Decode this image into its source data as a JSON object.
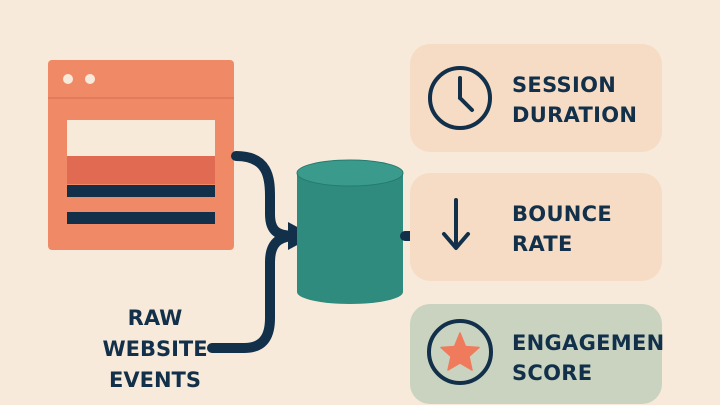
{
  "source": {
    "label_lines": [
      "RAW",
      "WEBSITE",
      "EVENTS"
    ]
  },
  "metrics": [
    {
      "icon": "clock-icon",
      "line1": "SESSION",
      "line2": "DURATION"
    },
    {
      "icon": "down-arrow-icon",
      "line1": "BOUNCE",
      "line2": "RATE"
    },
    {
      "icon": "star-icon",
      "line1": "ENGAGEMEN",
      "line2": "SCORE"
    }
  ],
  "colors": {
    "background": "#f8eadb",
    "browser": "#f08a66",
    "browser_band_light": "#f7ead9",
    "browser_band_red": "#e06a52",
    "ink": "#12304a",
    "database": "#2e8b7e",
    "card_peach": "#f6dcc5",
    "card_sage": "#c9d3c0",
    "star": "#f07a5c"
  }
}
